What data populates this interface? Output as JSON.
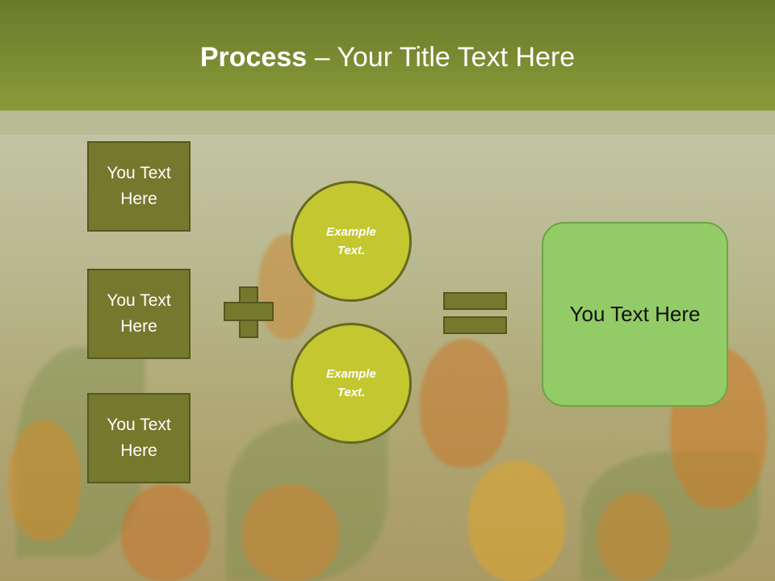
{
  "title": {
    "bold": "Process",
    "rest": " – Your Title Text Here"
  },
  "boxes": [
    {
      "label": "You Text Here"
    },
    {
      "label": "You Text Here"
    },
    {
      "label": "You Text Here"
    }
  ],
  "circles": [
    {
      "label": "Example Text."
    },
    {
      "label": "Example Text."
    }
  ],
  "result": {
    "label": "You Text Here"
  },
  "colors": {
    "header": "#8a9a3a",
    "box": "#74792d",
    "circle": "#c4c730",
    "result": "#93cb67"
  }
}
